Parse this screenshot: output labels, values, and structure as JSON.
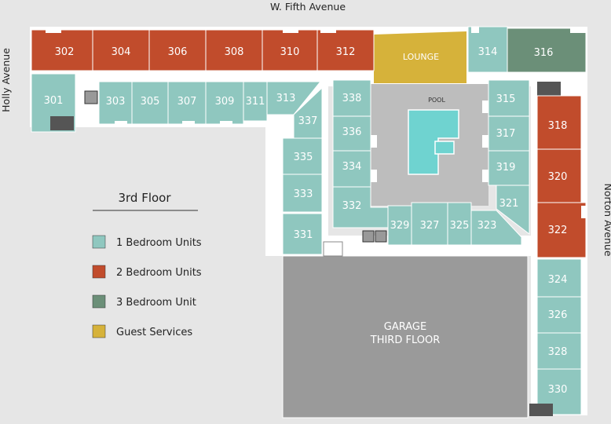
{
  "streets": {
    "north": "W. Fifth Avenue",
    "west": "Holly Avenue",
    "east": "Norton Avenue"
  },
  "legend": {
    "title": "3rd Floor",
    "items": [
      {
        "label": "1 Bedroom Units",
        "color": "#8fc7bf"
      },
      {
        "label": "2 Bedroom Units",
        "color": "#c14c2c"
      },
      {
        "label": "3 Bedroom Unit",
        "color": "#6b8f78"
      },
      {
        "label": "Guest Services",
        "color": "#d6b23a"
      }
    ]
  },
  "colors": {
    "one_bedroom": "#8fc7bf",
    "two_bedroom": "#c14c2c",
    "three_bedroom": "#6b8f78",
    "guest_services": "#d6b23a",
    "pool": "#6fd3d0",
    "courtyard": "#bdbdbd",
    "garage": "#9a9a9a",
    "background": "#e6e6e6"
  },
  "areas": {
    "lounge": "LOUNGE",
    "pool": "POOL",
    "garage": [
      "GARAGE",
      "THIRD FLOOR"
    ]
  },
  "units": {
    "u301": "301",
    "u302": "302",
    "u303": "303",
    "u304": "304",
    "u305": "305",
    "u306": "306",
    "u307": "307",
    "u308": "308",
    "u309": "309",
    "u310": "310",
    "u311": "311",
    "u312": "312",
    "u313": "313",
    "u314": "314",
    "u315": "315",
    "u316": "316",
    "u317": "317",
    "u318": "318",
    "u319": "319",
    "u320": "320",
    "u321": "321",
    "u322": "322",
    "u323": "323",
    "u324": "324",
    "u325": "325",
    "u326": "326",
    "u327": "327",
    "u328": "328",
    "u329": "329",
    "u330": "330",
    "u331": "331",
    "u332": "332",
    "u333": "333",
    "u334": "334",
    "u335": "335",
    "u336": "336",
    "u337": "337",
    "u338": "338"
  }
}
